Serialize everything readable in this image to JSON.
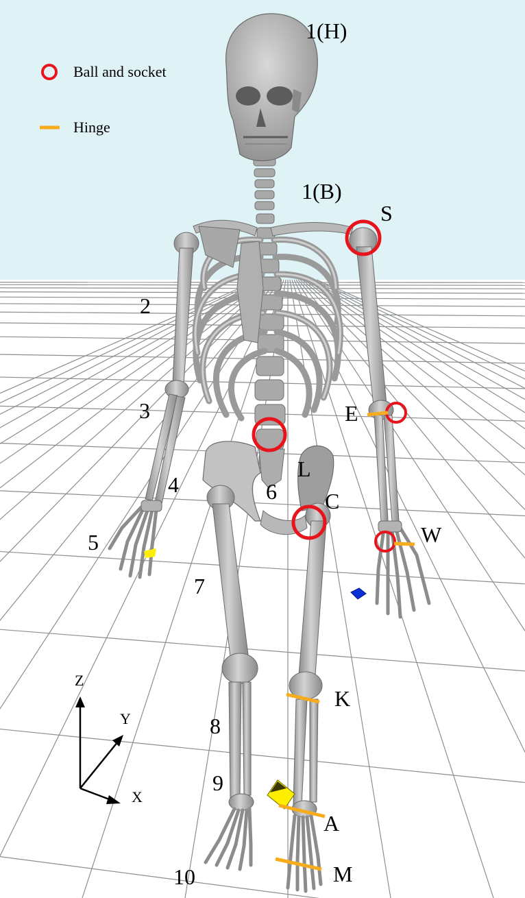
{
  "legend": {
    "ball_and_socket": "Ball and socket",
    "hinge": "Hinge"
  },
  "segment_labels": {
    "head": "1(H)",
    "body": "1(B)",
    "upper_arm": "2",
    "forearm": "3",
    "wrist_seg": "4",
    "hand": "5",
    "pelvis": "6",
    "thigh": "7",
    "shank": "8",
    "ankle_seg": "9",
    "foot": "10"
  },
  "joint_labels": {
    "shoulder": "S",
    "elbow": "E",
    "wrist": "W",
    "lumbar": "L",
    "hip": "C",
    "knee": "K",
    "ankle": "A",
    "metatarsal": "M"
  },
  "axes": {
    "z": "Z",
    "y": "Y",
    "x": "X"
  },
  "colors": {
    "sky": "#dff3f7",
    "floor": "#ffffff",
    "grid": "#8a8f92",
    "bone": "#bdbdbd",
    "bone_dark": "#7f7f7f",
    "ball_socket": "#e8141c",
    "hinge": "#f7ac1e",
    "marker_yellow": "#ffee00",
    "marker_blue": "#0a2fd6"
  }
}
